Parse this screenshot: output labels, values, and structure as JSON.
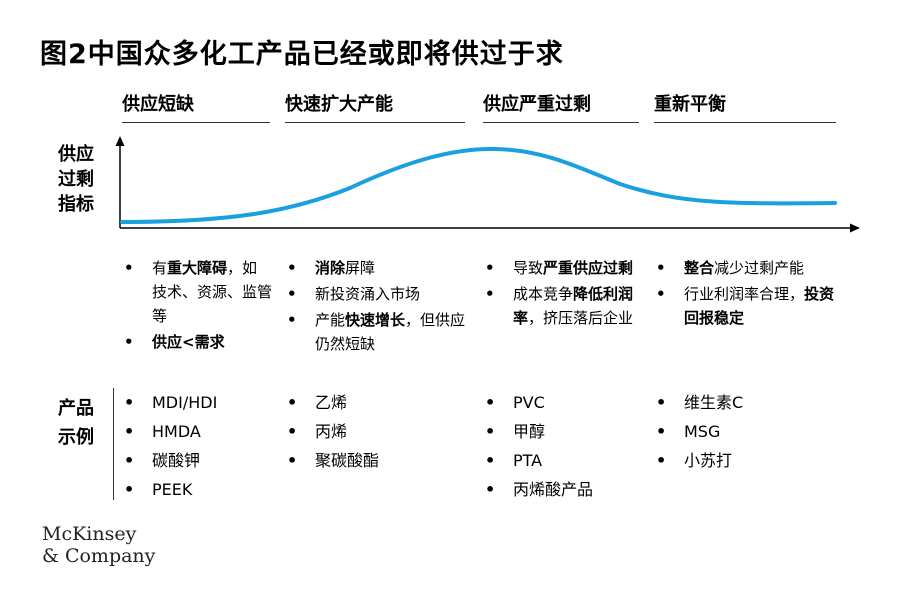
{
  "title": "图2中国众多化工产品已经或即将供过于求",
  "phases": [
    "供应短缺",
    "快速扩大产能",
    "供应严重过剩",
    "重新平衡"
  ],
  "y_axis_label": [
    "供应",
    "过剩",
    "指标"
  ],
  "colors": {
    "curve": "#1a9fe0",
    "axis": "#000000"
  },
  "descriptions": [
    [
      [
        {
          "t": "有"
        },
        {
          "t": "重大障碍",
          "b": true
        },
        {
          "t": "，如技术、资源、监管等"
        }
      ],
      [
        {
          "t": "供应<需求",
          "b": true
        }
      ]
    ],
    [
      [
        {
          "t": "消除",
          "b": true
        },
        {
          "t": "屏障"
        }
      ],
      [
        {
          "t": "新投资涌入市场"
        }
      ],
      [
        {
          "t": "产能"
        },
        {
          "t": "快速增长",
          "b": true
        },
        {
          "t": "，但供应仍然短缺"
        }
      ]
    ],
    [
      [
        {
          "t": "导致"
        },
        {
          "t": "严重供应过剩",
          "b": true
        }
      ],
      [
        {
          "t": "成本竞争"
        },
        {
          "t": "降低利润率",
          "b": true
        },
        {
          "t": "，挤压落后企业"
        }
      ]
    ],
    [
      [
        {
          "t": "整合",
          "b": true
        },
        {
          "t": "减少过剩产能"
        }
      ],
      [
        {
          "t": "行业利润率合理，"
        },
        {
          "t": "投资回报稳定",
          "b": true
        }
      ]
    ]
  ],
  "product_label": [
    "产品",
    "示例"
  ],
  "products": [
    [
      "MDI/HDI",
      "HMDA",
      "碳酸钾",
      "PEEK"
    ],
    [
      "乙烯",
      "丙烯",
      "聚碳酸酯"
    ],
    [
      "PVC",
      "甲醇",
      "PTA",
      "丙烯酸产品"
    ],
    [
      "维生素C",
      "MSG",
      "小苏打"
    ]
  ],
  "logo": [
    "McKinsey",
    "& Company"
  ]
}
